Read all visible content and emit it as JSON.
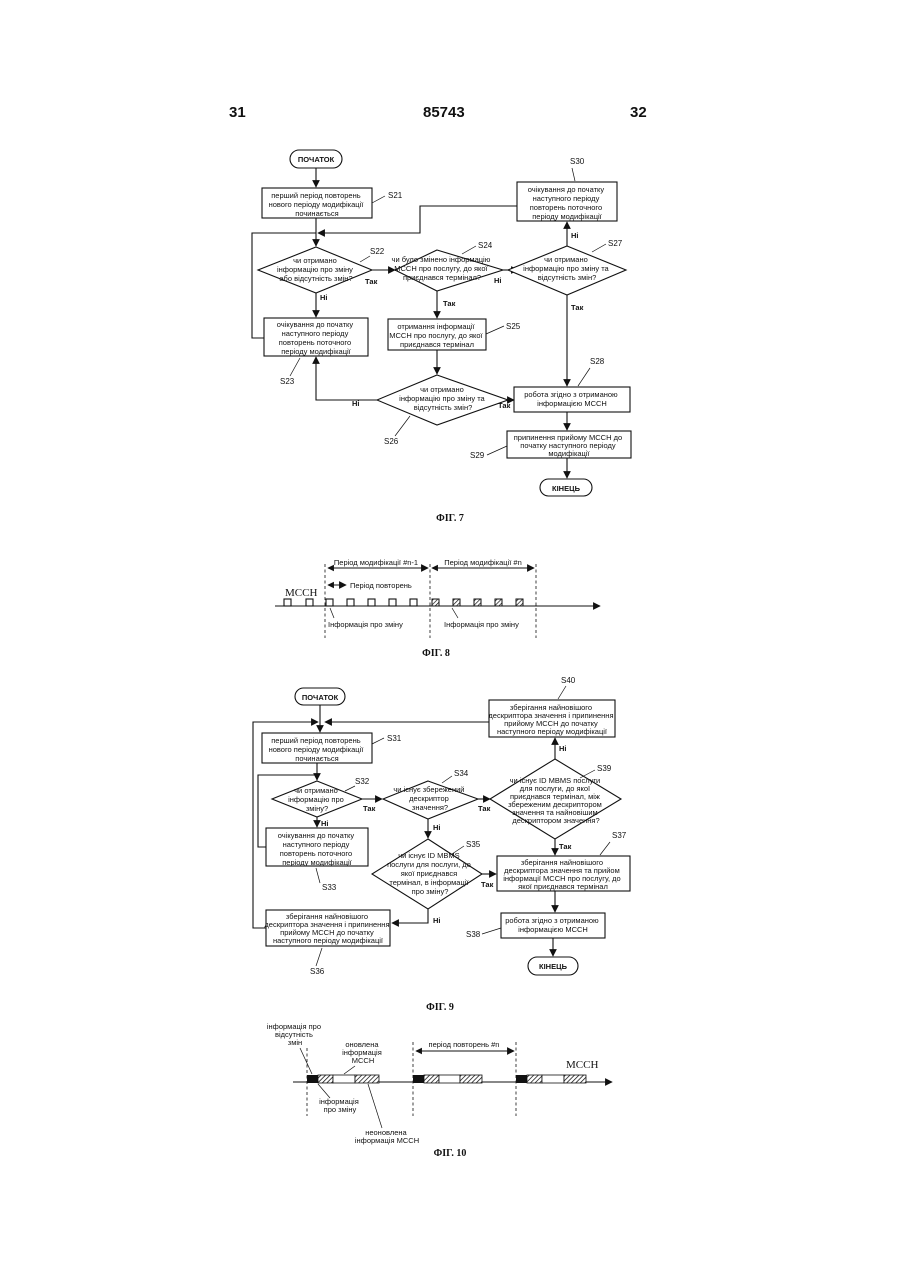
{
  "header": {
    "page_left": "31",
    "patent_number": "85743",
    "page_right": "32"
  },
  "fig7": {
    "caption": "ФІГ. 7",
    "start": "ПОЧАТОК",
    "end": "КІНЕЦЬ",
    "s21": {
      "id": "S21",
      "lines": [
        "перший період повторень",
        "нового періоду модифікації",
        "починається"
      ]
    },
    "s22": {
      "id": "S22",
      "lines": [
        "чи отримано",
        "інформацію про зміну",
        "або відсутність змін?"
      ]
    },
    "s23": {
      "id": "S23",
      "lines": [
        "очікування до початку",
        "наступного періоду",
        "повторень поточного",
        "періоду модифікації"
      ]
    },
    "s24": {
      "id": "S24",
      "lines": [
        "чи було змінено інформацію",
        "MCCH про послугу, до якої",
        "приєднався термінал?"
      ]
    },
    "s25": {
      "id": "S25",
      "lines": [
        "отримання інформації",
        "MCCH про послугу, до якої",
        "приєднався термінал"
      ]
    },
    "s26": {
      "id": "S26",
      "lines": [
        "чи отримано",
        "інформацію про зміну та",
        "відсутність змін?"
      ]
    },
    "s27": {
      "id": "S27",
      "lines": [
        "чи отримано",
        "інформацію про зміну та",
        "відсутність змін?"
      ]
    },
    "s28": {
      "id": "S28",
      "lines": [
        "робота згідно з отриманою",
        "інформацією MCCH"
      ]
    },
    "s29": {
      "id": "S29",
      "lines": [
        "припинення прийому MCCH до",
        "початку наступного періоду",
        "модифікації"
      ]
    },
    "s30": {
      "id": "S30",
      "lines": [
        "очікування до початку",
        "наступного періоду",
        "повторень поточного",
        "періоду модифікації"
      ]
    },
    "yes": "Так",
    "no": "Ні"
  },
  "fig8": {
    "caption": "ФІГ. 8",
    "mcch": "MCCH",
    "mod_period_prev": "Період модифікації #n-1",
    "mod_period_cur": "Період модифікації #n",
    "rep_period": "Період повторень",
    "change_info_1": "Інформація про зміну",
    "change_info_2": "Інформація про зміну"
  },
  "fig9": {
    "caption": "ФІГ. 9",
    "start": "ПОЧАТОК",
    "end": "КІНЕЦЬ",
    "s31": {
      "id": "S31",
      "lines": [
        "перший період повторень",
        "нового періоду модифікації",
        "починається"
      ]
    },
    "s32": {
      "id": "S32",
      "lines": [
        "чи отримано",
        "інформацію про",
        "зміну?"
      ]
    },
    "s33": {
      "id": "S33",
      "lines": [
        "очікування до початку",
        "наступного періоду",
        "повторень поточного",
        "періоду модифікації"
      ]
    },
    "s34": {
      "id": "S34",
      "lines": [
        "чи існує збережений",
        "дескриптор",
        "значення?"
      ]
    },
    "s35": {
      "id": "S35",
      "lines": [
        "чи існує ID MBMS",
        "послуги для послуги, до",
        "якої приєднався",
        "термінал, в інформації",
        "про зміну?"
      ]
    },
    "s36": {
      "id": "S36",
      "lines": [
        "зберігання найновішого",
        "дескриптора значення і припинення",
        "прийому MCCH до початку",
        "наступного періоду модифікації"
      ]
    },
    "s37": {
      "id": "S37",
      "lines": [
        "зберігання найновішого",
        "дескриптора значення та прийом",
        "інформації MCCH про послугу, до",
        "якої приєднався термінал"
      ]
    },
    "s38": {
      "id": "S38",
      "lines": [
        "робота згідно з отриманою",
        "інформацією MCCH"
      ]
    },
    "s39": {
      "id": "S39",
      "lines": [
        "чи існує ID MBMS послуги",
        "для послуги, до якої",
        "приєднався термінал, між",
        "збереженим дескриптором",
        "значення та найновішим",
        "дескриптором значення?"
      ]
    },
    "s40": {
      "id": "S40",
      "lines": [
        "зберігання найновішого",
        "дескриптора значення і припинення",
        "прийому MCCH до початку",
        "наступного періоду модифікації"
      ]
    },
    "yes": "Так",
    "no": "Ні"
  },
  "fig10": {
    "caption": "ФІГ. 10",
    "mcch": "MCCH",
    "no_change_info": [
      "інформація про",
      "відсутність",
      "змін"
    ],
    "updated_info": [
      "оновлена",
      "інформація",
      "MCCH"
    ],
    "rep_period": "період повторень #n",
    "change_info": [
      "інформація",
      "про зміну"
    ],
    "not_updated_info": [
      "неоновлена",
      "інформація MCCH"
    ]
  }
}
